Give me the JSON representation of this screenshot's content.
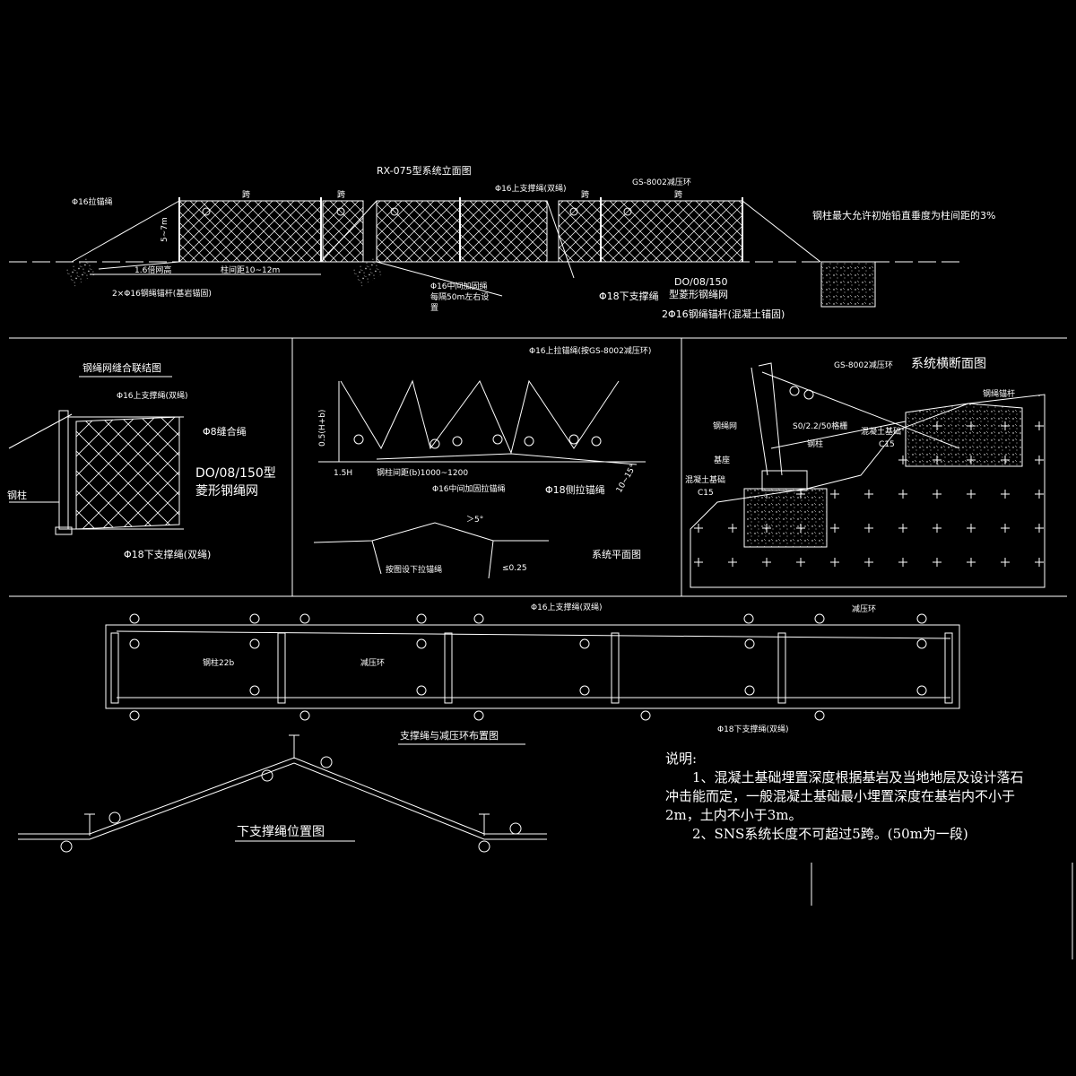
{
  "elevation": {
    "title": "RX-075型系统立面图",
    "label_top_anchor": "Φ16拉锚绳",
    "label_span1": "跨",
    "label_span2": "跨",
    "label_upper_rope": "Φ16上支撑绳(双绳)",
    "label_span3": "跨",
    "label_span4": "跨",
    "label_gs": "GS-8002减压环",
    "label_height": "5~7m",
    "label_1_6": "1.6倍网高",
    "label_post_spacing": "柱间距10~12m",
    "label_anchor_rock": "2×Φ16钢绳锚杆(基岩锚固)",
    "label_middle_rope": "Φ16中间加固绳",
    "label_every": "每隔50m左右设",
    "label_set": "置",
    "label_lower_rope": "Φ18下支撑绳",
    "label_net_type": "DO/08/150",
    "label_net_name": "型菱形钢绳网",
    "label_anchor_concrete": "2Φ16钢绳锚杆(混凝土锚固)",
    "note_vertical": "钢柱最大允许初始铅直垂度为柱间距的3%"
  },
  "seam": {
    "title": "钢绳网缝合联结图",
    "label_upper": "Φ16上支撑绳(双绳)",
    "label_seam_rope": "Φ8缝合绳",
    "label_net_type": "DO/08/150型",
    "label_net_name": "菱形钢绳网",
    "label_post": "钢柱",
    "label_lower": "Φ18下支撑绳(双绳)"
  },
  "plan": {
    "label_upper_anchor": "Φ16上拉锚绳(按GS-8002减压环)",
    "label_height": "0.5(H+b)",
    "label_1_5h": "1.5H",
    "label_spacing": "钢柱间距(b)1000~1200",
    "label_mid_anchor": "Φ16中间加固拉锚绳",
    "label_side_anchor": "Φ18侧拉锚绳",
    "label_angle": "10~15°",
    "label_gt5": "＞5°",
    "label_bottom_rope": "按图设下拉锚绳",
    "label_small": "≤0.25",
    "title": "系统平面图"
  },
  "section": {
    "title": "系统横断面图",
    "label_gs": "GS-8002减压环",
    "label_anchor": "钢绳锚杆",
    "label_net": "钢绳网",
    "label_weld": "S0/2.2/50格栅",
    "label_concrete_top": "混凝土基础",
    "label_c15_top": "C15",
    "label_post": "钢柱",
    "label_base": "基座",
    "label_concrete": "混凝土基础",
    "label_c15": "C15"
  },
  "layout": {
    "label_upper": "Φ16上支撑绳(双绳)",
    "label_ring": "减压环",
    "label_post": "钢柱22b",
    "label_ring2": "减压环",
    "label_lower": "Φ18下支撑绳(双绳)",
    "title": "支撑绳与减压环布置图"
  },
  "lower_rope": {
    "title": "下支撑绳位置图"
  },
  "notes": {
    "heading": "说明:",
    "line1": "　　1、混凝土基础埋置深度根据基岩及当地地层及设计落石",
    "line2": "冲击能而定，一般混凝土基础最小埋置深度在基岩内不小于",
    "line3": "2m，土内不小于3m。",
    "line4": "　　2、SNS系统长度不可超过5跨。(50m为一段)"
  },
  "colors": {
    "background": "#000000",
    "line": "#ffffff"
  }
}
